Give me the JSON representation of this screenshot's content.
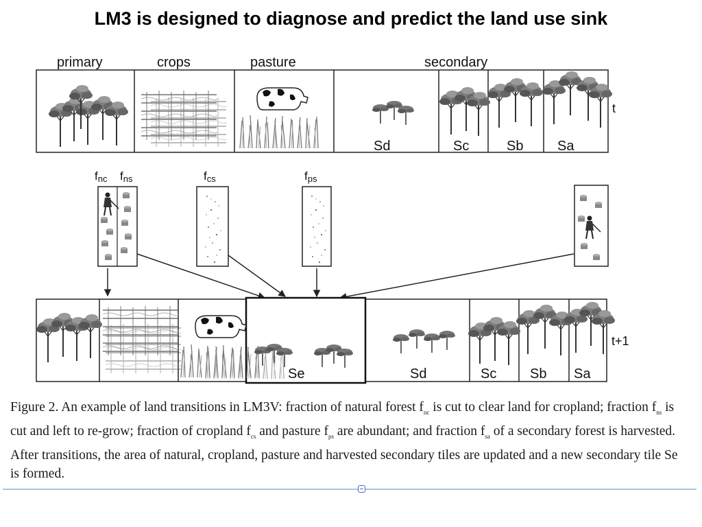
{
  "slide": {
    "title": "LM3 is designed to diagnose and predict the land use sink"
  },
  "top_row": {
    "headers": {
      "primary": "primary",
      "crops": "crops",
      "pasture": "pasture",
      "secondary": "secondary"
    },
    "tiles": {
      "sd": "Sd",
      "sc": "Sc",
      "sb": "Sb",
      "sa": "Sa"
    },
    "time": "t"
  },
  "fractions": {
    "fnc": {
      "base": "f",
      "sub": "nc"
    },
    "fns": {
      "base": "f",
      "sub": "ns"
    },
    "fcs": {
      "base": "f",
      "sub": "cs"
    },
    "fps": {
      "base": "f",
      "sub": "ps"
    }
  },
  "bottom_row": {
    "tiles": {
      "se": "Se",
      "sd": "Sd",
      "sc": "Sc",
      "sb": "Sb",
      "sa": "Sa"
    },
    "time": "t+1"
  },
  "caption": {
    "p1": "Figure 2. An example of land transitions in LM3V: fraction of natural forest f",
    "s1": "nc",
    "p2": " is cut to clear land for cropland; fraction f",
    "s2": "ns",
    "p3": " is cut and left to re-grow; fraction of cropland f",
    "s3": "cs",
    "p4": " and pasture f",
    "s4": "ps",
    "p5": " are abundant; and fraction f",
    "s5": "sa",
    "p6": " of a secondary forest is harvested. After transitions, the area of natural, cropland, pasture and harvested secondary tiles are updated and a new secondary tile Se is formed."
  }
}
